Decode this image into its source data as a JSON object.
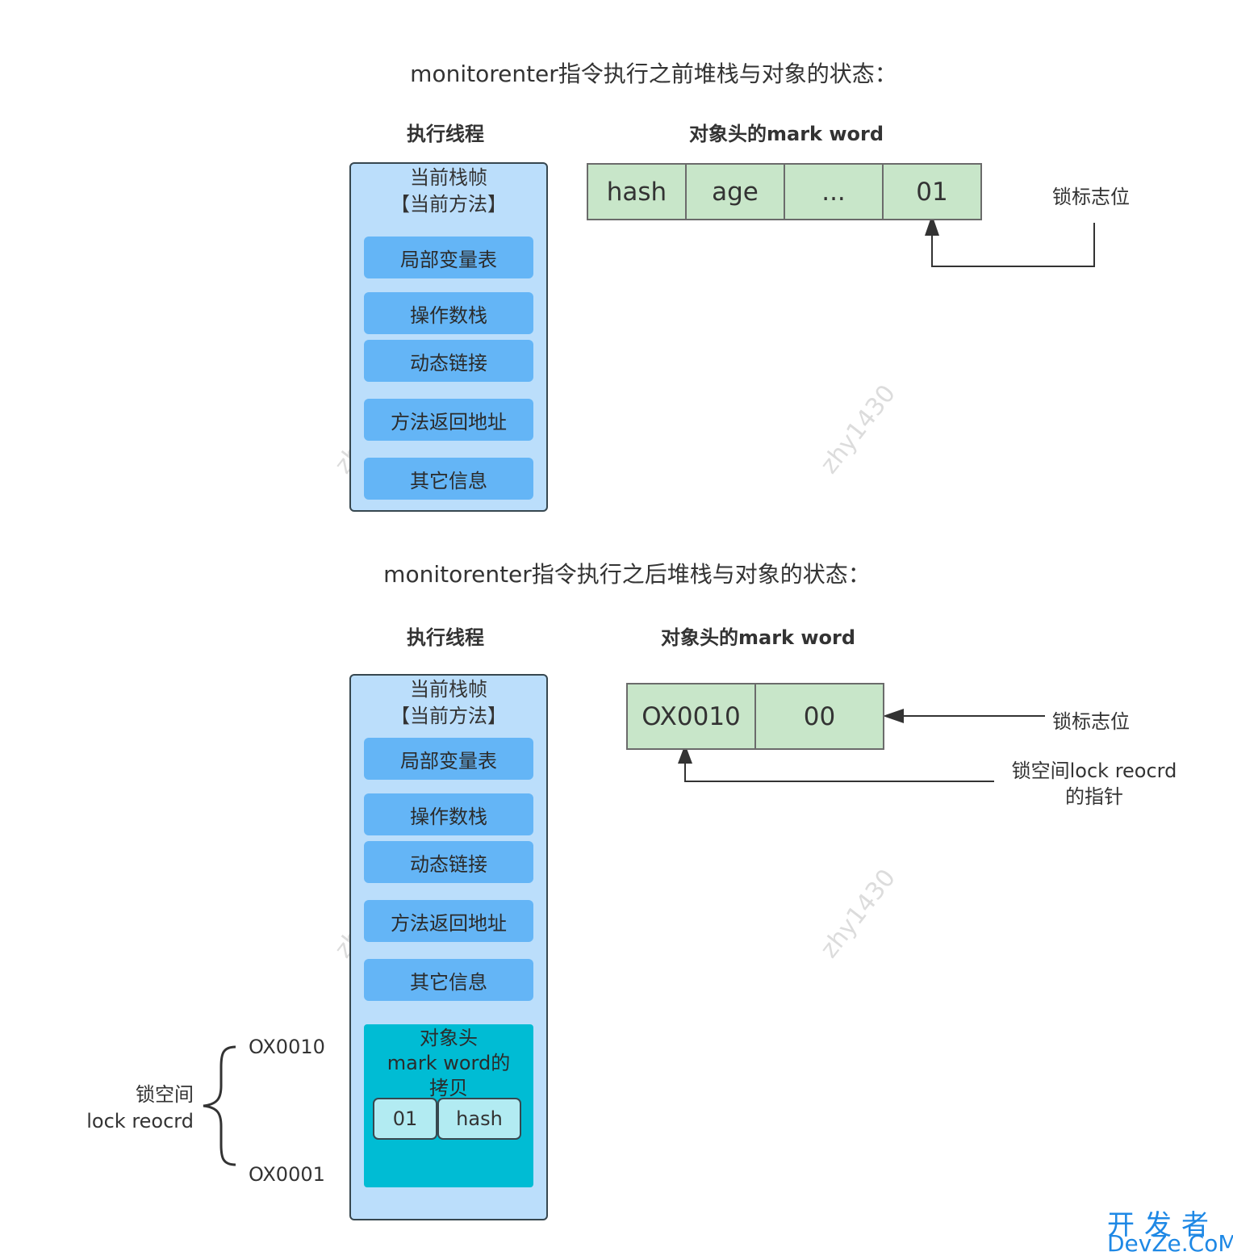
{
  "section_before": {
    "title": "monitorenter指令执行之前堆栈与对象的状态：",
    "thread_label": "执行线程",
    "markword_label": "对象头的mark word",
    "frame_title_line1": "当前栈帧",
    "frame_title_line2": "【当前方法】",
    "frame_items": [
      "局部变量表",
      "操作数栈",
      "动态链接",
      "方法返回地址",
      "其它信息"
    ],
    "markword_cells": [
      "hash",
      "age",
      "...",
      "01"
    ],
    "lock_flag_label": "锁标志位"
  },
  "section_after": {
    "title": "monitorenter指令执行之后堆栈与对象的状态：",
    "thread_label": "执行线程",
    "markword_label": "对象头的mark word",
    "frame_title_line1": "当前栈帧",
    "frame_title_line2": "【当前方法】",
    "frame_items": [
      "局部变量表",
      "操作数栈",
      "动态链接",
      "方法返回地址",
      "其它信息"
    ],
    "lock_record": {
      "title_line1": "对象头",
      "title_line2": "mark word的",
      "title_line3": "拷贝",
      "cells": [
        "01",
        "hash"
      ]
    },
    "markword_cells": [
      "OX0010",
      "00"
    ],
    "lock_flag_label": "锁标志位",
    "pointer_label_line1": "锁空间lock reocrd",
    "pointer_label_line2": "的指针",
    "brace_label_line1": "锁空间",
    "brace_label_line2": "lock reocrd",
    "address_top": "OX0010",
    "address_bottom": "OX0001"
  },
  "watermark": "zhy1430",
  "brand": {
    "cn": "开发者",
    "en": "DevZe.CoM"
  },
  "colors": {
    "frame_bg": "#bbdefb",
    "slot_bg": "#64b5f6",
    "lock_record_bg": "#00bcd4",
    "lock_cell_bg": "#b2ebf2",
    "markword_bg": "#c8e6c9",
    "brand": "#1e88e5"
  }
}
